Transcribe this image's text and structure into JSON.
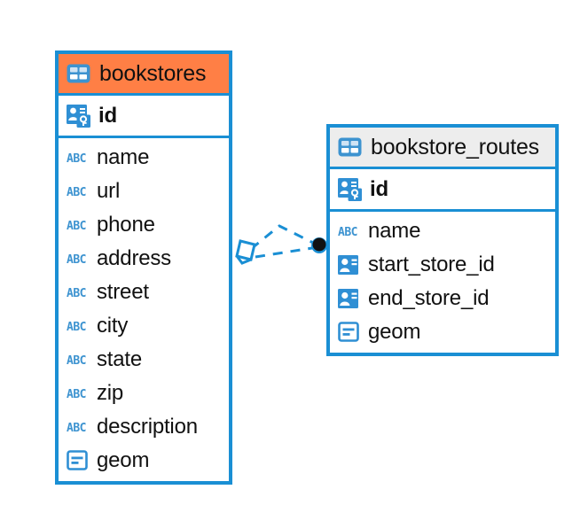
{
  "diagram": {
    "type": "entity-relationship-diagram",
    "background_color": "#ffffff",
    "accent_color": "#1a8fd4",
    "highlight_color": "#ff7f45",
    "header_grey": "#ededed"
  },
  "entities": [
    {
      "name": "bookstores",
      "header_style": "orange",
      "table_icon": "table-icon",
      "primary_key": {
        "label": "id",
        "icon": "primary-key-icon"
      },
      "fields": [
        {
          "label": "name",
          "icon": "text-type-icon"
        },
        {
          "label": "url",
          "icon": "text-type-icon"
        },
        {
          "label": "phone",
          "icon": "text-type-icon"
        },
        {
          "label": "address",
          "icon": "text-type-icon"
        },
        {
          "label": "street",
          "icon": "text-type-icon"
        },
        {
          "label": "city",
          "icon": "text-type-icon"
        },
        {
          "label": "state",
          "icon": "text-type-icon"
        },
        {
          "label": "zip",
          "icon": "text-type-icon"
        },
        {
          "label": "description",
          "icon": "text-type-icon"
        },
        {
          "label": "geom",
          "icon": "geometry-type-icon"
        }
      ]
    },
    {
      "name": "bookstore_routes",
      "header_style": "grey",
      "table_icon": "table-icon",
      "primary_key": {
        "label": "id",
        "icon": "primary-key-icon"
      },
      "fields": [
        {
          "label": "name",
          "icon": "text-type-icon"
        },
        {
          "label": "start_store_id",
          "icon": "foreign-key-icon"
        },
        {
          "label": "end_store_id",
          "icon": "foreign-key-icon"
        },
        {
          "label": "geom",
          "icon": "geometry-type-icon"
        }
      ]
    }
  ],
  "relationship": {
    "from_entity": "bookstores",
    "to_entity": "bookstore_routes",
    "line_style": "dashed",
    "line_color": "#1a8fd4",
    "source_marker": "diamond-outline-marker",
    "target_marker": "filled-circle-marker"
  },
  "icon_glyphs": {
    "text_type_label": "ABC"
  }
}
